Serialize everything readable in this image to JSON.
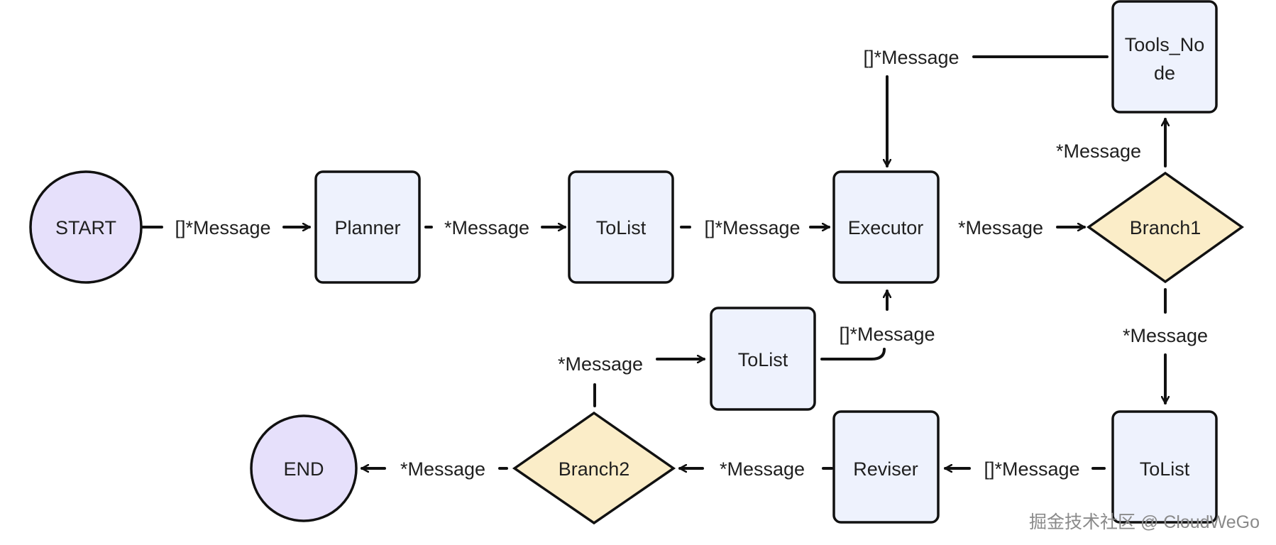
{
  "colors": {
    "terminal_fill": "#e6e0fb",
    "process_fill": "#eef2fd",
    "branch_fill": "#fbedc8",
    "stroke": "#111111"
  },
  "nodes": {
    "start": "START",
    "planner": "Planner",
    "tolist_1": "ToList",
    "executor": "Executor",
    "branch1": "Branch1",
    "tools_node_line1": "Tools_No",
    "tools_node_line2": "de",
    "tolist_2": "ToList",
    "reviser": "Reviser",
    "branch2": "Branch2",
    "tolist_3": "ToList",
    "end": "END"
  },
  "edges": {
    "start_to_planner": "[]*Message",
    "planner_to_tolist": "*Message",
    "tolist_to_executor": "[]*Message",
    "executor_to_branch1": "*Message",
    "branch1_to_tools": "*Message",
    "tools_to_executor": "[]*Message",
    "branch1_to_tolist": "*Message",
    "tolist_to_reviser": "[]*Message",
    "reviser_to_branch2": "*Message",
    "branch2_to_end": "*Message",
    "branch2_to_tolist": "*Message",
    "tolist_to_executor_loop": "[]*Message"
  },
  "watermark": "掘金技术社区 @ CloudWeGo"
}
